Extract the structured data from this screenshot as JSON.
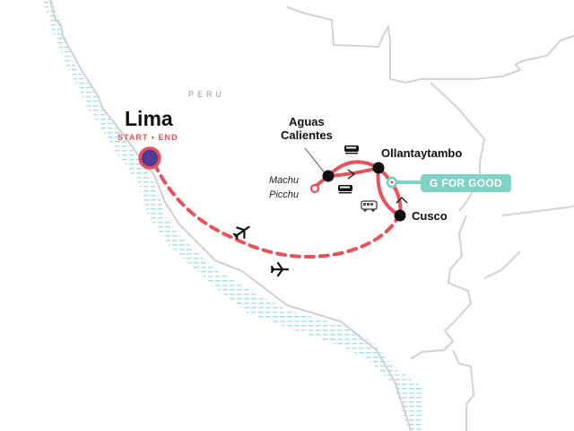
{
  "map": {
    "country_label": "PERU",
    "colors": {
      "route": "#e8505b",
      "border": "#cfcfcf",
      "coast_hatch": "#a9dde8",
      "stop": "#111111",
      "start_fill": "#503c96",
      "g_for_good": "#7fd3c6"
    }
  },
  "stops": [
    {
      "name": "Lima",
      "subtitle": "START • END",
      "icon": "start-end-marker"
    },
    {
      "name": "Aguas\nCalientes",
      "icon": "stop-dot"
    },
    {
      "name": "Ollantaytambo",
      "icon": "stop-dot"
    },
    {
      "name": "Cusco",
      "icon": "stop-dot"
    },
    {
      "name": "Machu\nPicchu",
      "icon": "hollow-dot"
    }
  ],
  "labels": {
    "lima": "Lima",
    "lima_sub": "START • END",
    "aguas_1": "Aguas",
    "aguas_2": "Calientes",
    "ollantaytambo": "Ollantaytambo",
    "cusco": "Cusco",
    "machu_1": "Machu",
    "machu_2": "Picchu",
    "g_for_good": "G FOR GOOD"
  },
  "transport_icons": [
    "train-icon",
    "train-icon",
    "bus-icon",
    "plane-icon",
    "plane-icon"
  ]
}
